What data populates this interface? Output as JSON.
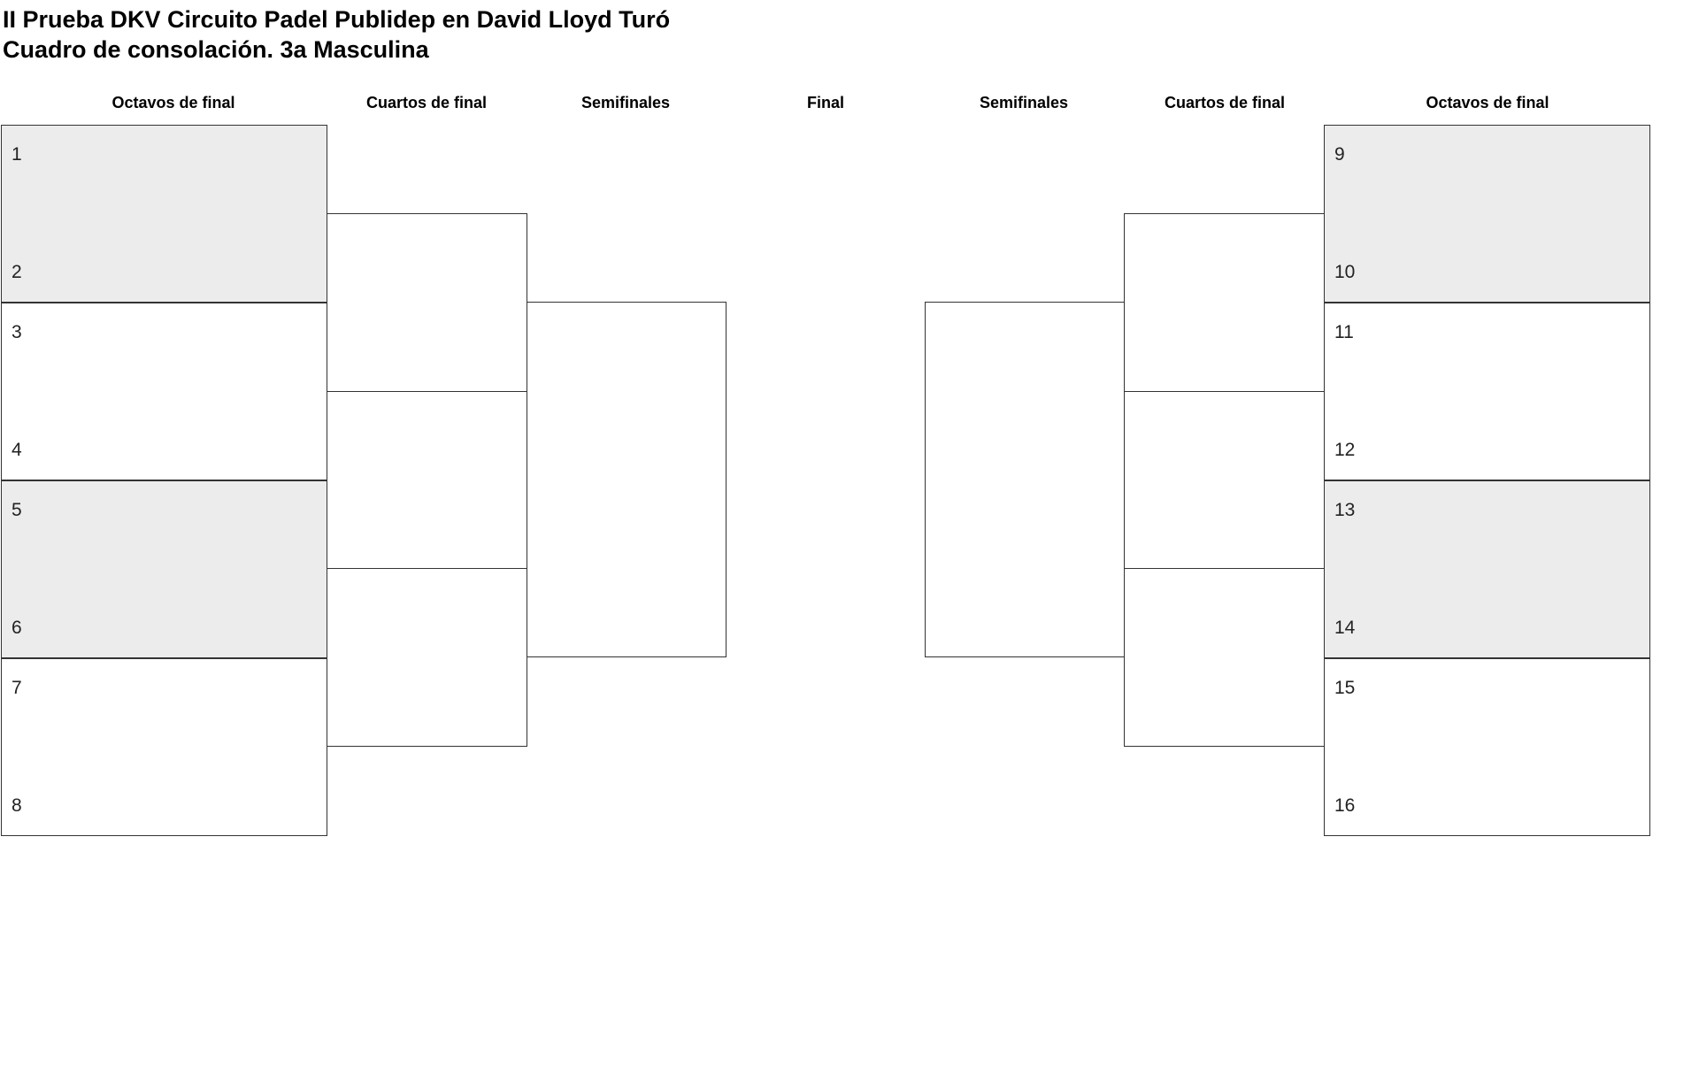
{
  "title": {
    "line1": "II Prueba DKV Circuito Padel Publidep en David Lloyd Turó",
    "line2": "Cuadro de consolación. 3a Masculina"
  },
  "round_headers": [
    {
      "label": "Octavos de final"
    },
    {
      "label": "Cuartos de final"
    },
    {
      "label": "Semifinales"
    },
    {
      "label": "Final"
    },
    {
      "label": "Semifinales"
    },
    {
      "label": "Cuartos de final"
    },
    {
      "label": "Octavos de final"
    }
  ],
  "left_bracket": {
    "rows": [
      {
        "slots": [
          "1",
          "2"
        ],
        "shaded": true
      },
      {
        "slots": [
          "3",
          "4"
        ],
        "shaded": false
      },
      {
        "slots": [
          "5",
          "6"
        ],
        "shaded": true
      },
      {
        "slots": [
          "7",
          "8"
        ],
        "shaded": false
      }
    ]
  },
  "right_bracket": {
    "rows": [
      {
        "slots": [
          "9",
          "10"
        ],
        "shaded": true
      },
      {
        "slots": [
          "11",
          "12"
        ],
        "shaded": false
      },
      {
        "slots": [
          "13",
          "14"
        ],
        "shaded": true
      },
      {
        "slots": [
          "15",
          "16"
        ],
        "shaded": false
      }
    ]
  },
  "colors": {
    "shaded_slot_bg": "#ececec",
    "line": "#333333",
    "text": "#222222"
  }
}
